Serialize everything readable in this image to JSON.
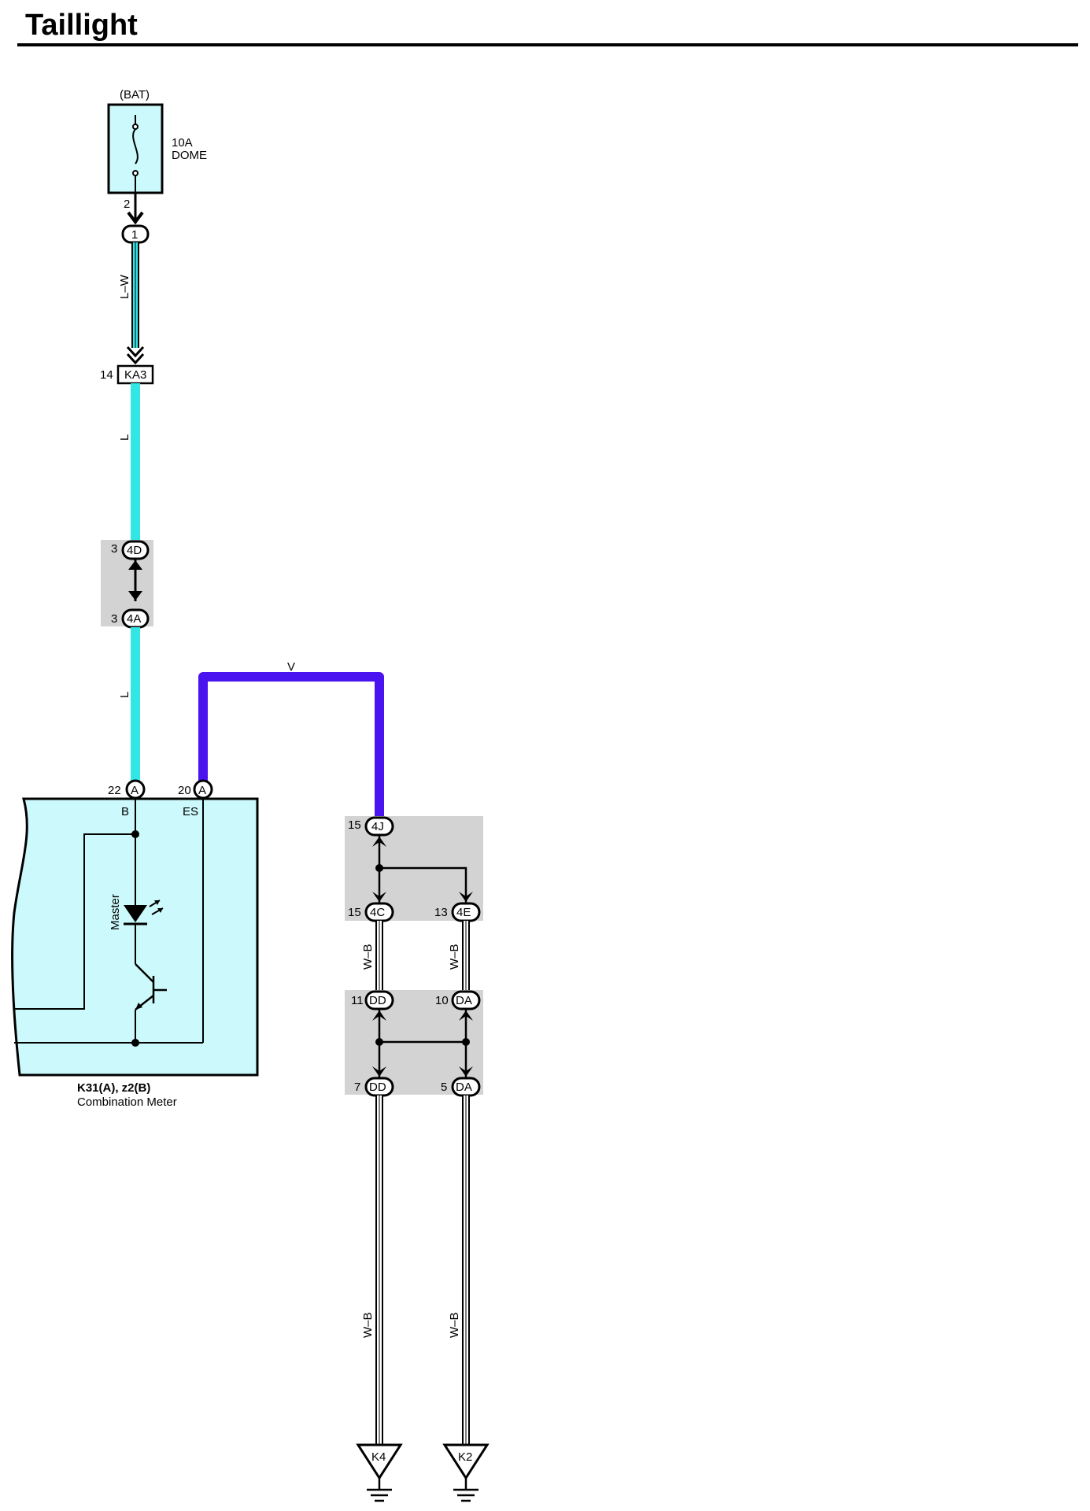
{
  "title": "Taillight",
  "fuse": {
    "source": "(BAT)",
    "rating": "10A",
    "name": "DOME",
    "pin": "2"
  },
  "connectors": {
    "c1": "1",
    "ka3": {
      "code": "KA3",
      "pin": "14"
    },
    "j4d": {
      "code": "4D",
      "pin": "3"
    },
    "j4a": {
      "code": "4A",
      "pin": "3"
    },
    "meter_b": {
      "code": "A",
      "pin": "22",
      "term": "B"
    },
    "meter_es": {
      "code": "A",
      "pin": "20",
      "term": "ES"
    },
    "j4j": {
      "code": "4J",
      "pin": "15"
    },
    "j4c": {
      "code": "4C",
      "pin": "15"
    },
    "j4e": {
      "code": "4E",
      "pin": "13"
    },
    "dd_top": {
      "code": "DD",
      "pin": "11"
    },
    "da_top": {
      "code": "DA",
      "pin": "10"
    },
    "dd_bot": {
      "code": "DD",
      "pin": "7"
    },
    "da_bot": {
      "code": "DA",
      "pin": "5"
    }
  },
  "wires": {
    "lw": "L–W",
    "l1": "L",
    "l2": "L",
    "v": "V",
    "wb1": "W–B",
    "wb2": "W–B",
    "wb3": "W–B",
    "wb4": "W–B"
  },
  "meter": {
    "led_label": "Master",
    "code": "K31(A), z2(B)",
    "name": "Combination Meter"
  },
  "grounds": {
    "g1": "K4",
    "g2": "K2"
  },
  "colors": {
    "wire_l": "#33e6e6",
    "wire_v": "#4a14f0",
    "meter_fill": "#ccf9fb",
    "junction_fill": "#d3d3d3"
  }
}
